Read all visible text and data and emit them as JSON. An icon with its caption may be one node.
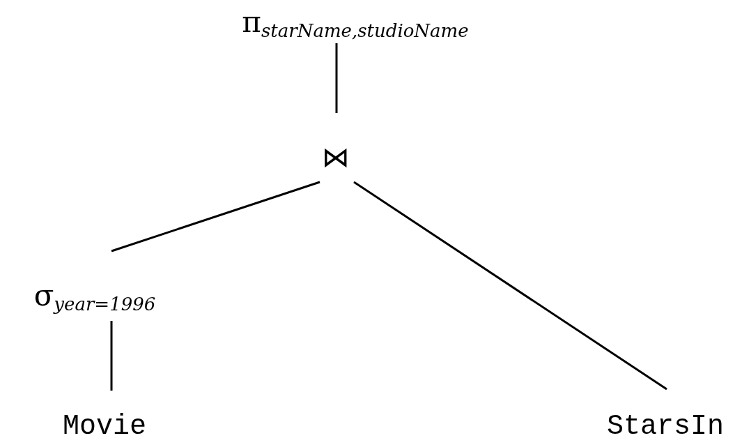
{
  "diagram": {
    "nodes": [
      {
        "text": [
          "π$_{starName,studioName}$"
        ]
      },
      {
        "text": [
          "⋈"
        ]
      },
      {
        "text": [
          "σ$_{year=1996}$"
        ]
      },
      {
        "text": [
          "Movie"
        ]
      },
      {
        "text": [
          "StarsIn"
        ]
      }
    ],
    "edges": [
      {
        "from": 0,
        "to": 1,
        "arrow": "none"
      },
      {
        "from": 1,
        "to": 2,
        "arrow": "none"
      },
      {
        "from": 1,
        "to": 4,
        "arrow": "none"
      },
      {
        "from": 2,
        "to": 3,
        "arrow": "none"
      }
    ]
  }
}
